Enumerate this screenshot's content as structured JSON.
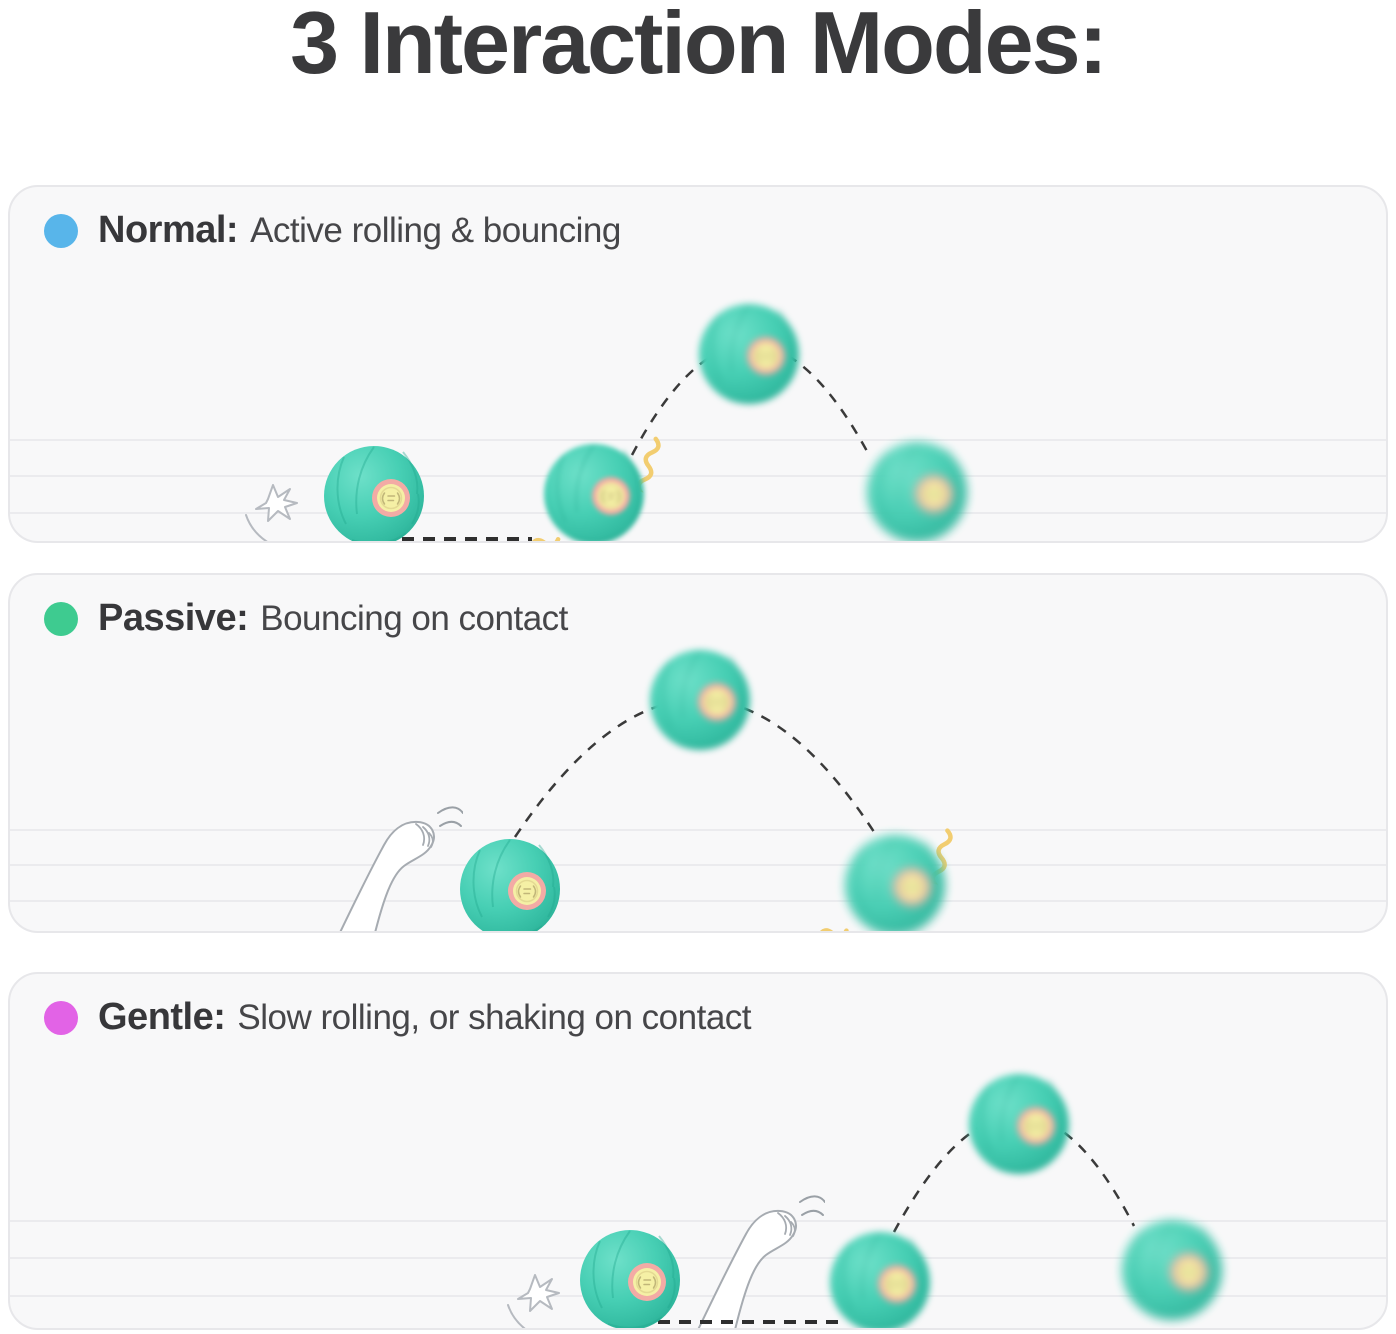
{
  "title": "3 Interaction Modes:",
  "modes": [
    {
      "name": "Normal:",
      "description": "Active rolling & bouncing",
      "dot_color": "#58b5ea"
    },
    {
      "name": "Passive:",
      "description": "Bouncing on contact",
      "dot_color": "#3ecb90"
    },
    {
      "name": "Gentle:",
      "description": "Slow rolling, or shaking on contact",
      "dot_color": "#e263e6"
    }
  ],
  "colors": {
    "ball_teal": "#43ccb1",
    "lens_ring_pink": "#f3aba5",
    "lens_center_yellow": "#f5f0a5",
    "trajectory_dash": "#3a3a3a",
    "squiggle_yellow": "#f2cd70",
    "panel_background": "#f8f8f9",
    "panel_border": "#e7e7ea",
    "title_text": "#3a3a3c"
  }
}
